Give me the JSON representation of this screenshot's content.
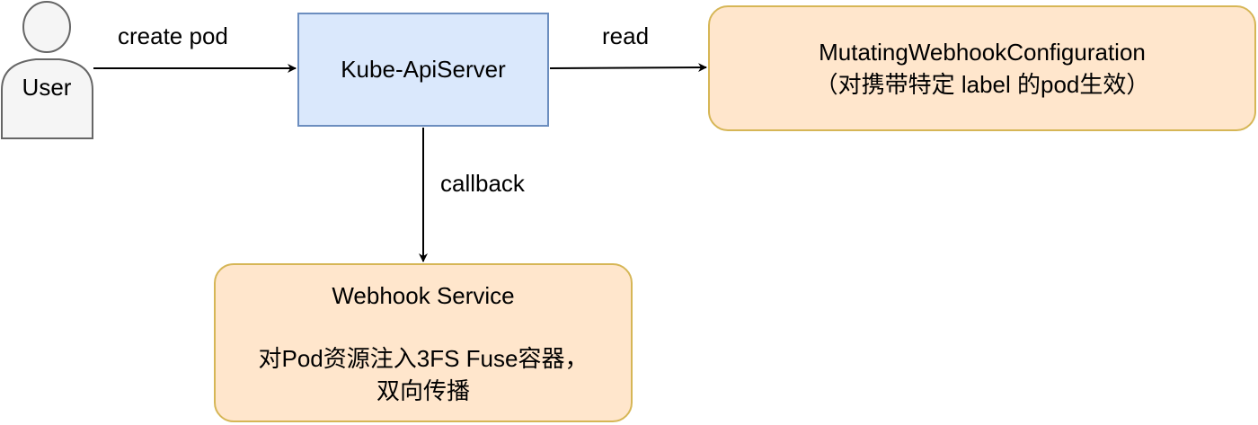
{
  "nodes": {
    "user": {
      "label": "User"
    },
    "apiserver": {
      "label": "Kube-ApiServer"
    },
    "mutating_config": {
      "line1": "MutatingWebhookConfiguration",
      "line2": "（对携带特定 label 的pod生效）"
    },
    "webhook_service": {
      "title": "Webhook Service",
      "line1": "对Pod资源注入3FS Fuse容器，",
      "line2": "双向传播"
    }
  },
  "edges": {
    "create_pod": "create pod",
    "read": "read",
    "callback": "callback"
  },
  "colors": {
    "apiserver_fill": "#dae8fc",
    "apiserver_stroke": "#6c8ebf",
    "note_fill": "#ffe6cc",
    "note_stroke": "#d6b656",
    "user_fill": "#f5f5f5",
    "user_stroke": "#666666"
  }
}
